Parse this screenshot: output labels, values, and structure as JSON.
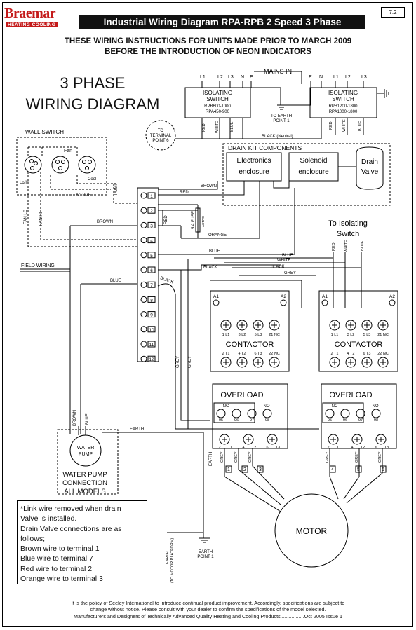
{
  "header": {
    "brand": "Braemar",
    "brand_sub": "HEATING COOLING",
    "title": "Industrial Wiring Diagram RPA-RPB 2 Speed 3 Phase",
    "page_number": "7.2"
  },
  "headline": {
    "line1": "THESE WIRING INSTRUCTIONS FOR UNITS MADE PRIOR TO  MARCH 2009",
    "line2": "BEFORE THE INTRODUCTION OF NEON INDICATORS"
  },
  "big_title": {
    "line1": "3 PHASE",
    "line2": "WIRING DIAGRAM"
  },
  "mains": {
    "label": "MAINS IN",
    "left_terminals": [
      "L1",
      "L2",
      "L3",
      "N",
      "E"
    ],
    "right_terminals": [
      "E",
      "N",
      "L1",
      "L2",
      "L3"
    ]
  },
  "isolating_switch_left": {
    "title1": "ISOLATING",
    "title2": "SWITCH",
    "model1": "RPB600-1000",
    "model2": "RPA450-900"
  },
  "isolating_switch_right": {
    "title1": "ISOLATING",
    "title2": "SWITCH",
    "model1": "RPB1200-1800",
    "model2": "RPA1000-1800"
  },
  "earth_terminal_1": {
    "line1": "TO EARTH",
    "line2": "POINT 1"
  },
  "terminal_point_6": {
    "line1": "TO",
    "line2": "TERMINAL",
    "line3": "POINT 6"
  },
  "wire_labels": {
    "red": "RED",
    "white": "WHITE",
    "blue": "BLUE",
    "black_neutral": "BLACK (Neutral)",
    "brown": "BROWN",
    "orange": "ORANGE",
    "black": "BLACK",
    "grey": "GREY",
    "pump": "PUMP",
    "active": "ACTIVE",
    "fan_lo": "FAN LO",
    "fan_hi": "FAN HI",
    "field_wiring": "FIELD WIRING",
    "earth": "EARTH",
    "black_short": "BLACK"
  },
  "wall_switch": {
    "title": "WALL SWITCH",
    "fan": "Fan",
    "lo_hi": "Lo/HI",
    "cool": "Cool"
  },
  "drain_kit": {
    "title": "DRAIN KIT COMPONENTS",
    "electronics1": "Electronics",
    "electronics2": "enclosure",
    "solenoid1": "Solenoid",
    "solenoid2": "enclosure",
    "drain1": "Drain",
    "drain2": "Valve"
  },
  "fuse": {
    "label": "5 A FUSE",
    "sub": "ACTIVE"
  },
  "terminal_strip": {
    "numbers": [
      "1",
      "2",
      "3",
      "4",
      "5",
      "6",
      "7",
      "8",
      "9",
      "10",
      "11",
      "12"
    ]
  },
  "to_isolating": {
    "line1": "To Isolating",
    "line2": "Switch"
  },
  "contactor": {
    "label": "CONTACTOR",
    "top_terminals": [
      "1 L1",
      "3 L2",
      "5 L3",
      "21 NC"
    ],
    "bottom_terminals": [
      "2 T1",
      "4 T2",
      "6 T3",
      "22 NC"
    ],
    "a1": "A1",
    "a2": "A2"
  },
  "overload": {
    "label": "OVERLOAD",
    "nc": "NC",
    "no": "NO",
    "contacts": [
      "95",
      "96",
      "97",
      "98"
    ],
    "outputs": [
      "2",
      "T1",
      "4",
      "T2",
      "6",
      "T3"
    ]
  },
  "motor": {
    "label": "MOTOR",
    "terminals_left": [
      "1",
      "2",
      "3"
    ],
    "terminals_right": [
      "4",
      "5",
      "6"
    ]
  },
  "water_pump": {
    "circle1": "WATER",
    "circle2": "PUMP",
    "caption1": "WATER PUMP",
    "caption2": "CONNECTION",
    "caption3": "ALL MODELS"
  },
  "earth_platform": {
    "line1": "EARTH",
    "line2": "(TO MOTOR PLATFORM)"
  },
  "earth_point": {
    "line1": "EARTH",
    "line2": "POINT 1"
  },
  "notes": [
    "*Link wire removed when drain",
    "Valve is installed.",
    "Drain Valve connections are as",
    "follows;",
    "Brown wire to terminal 1",
    "Blue wire to terminal 7",
    "Red wire to terminal 2",
    "Orange wire to terminal 3"
  ],
  "footer": {
    "line1": "It is the policy of Seeley International to introduce continual product improvement. Accordingly, specifications are subject to",
    "line2": "change without notice. Please consult with your dealer to confirm the specifications of the model selected.",
    "line3": "Manufacturers and Designers of Technically Advanced Quality Heating and Cooling Products.................Oct 2005 Issue 1"
  }
}
